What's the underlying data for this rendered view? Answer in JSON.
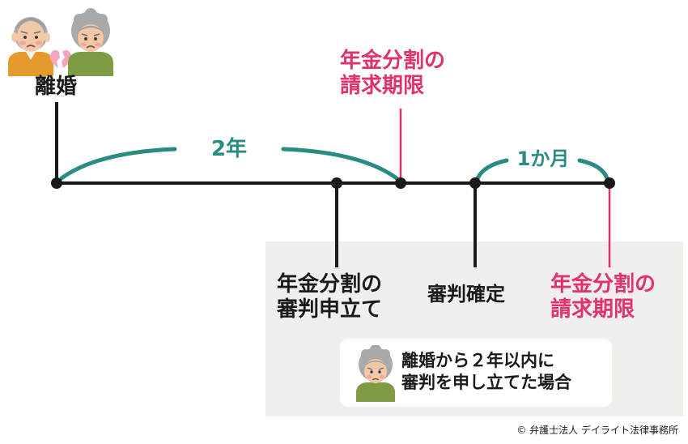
{
  "divorce_label": "離婚",
  "span_two_years": "2年",
  "span_one_month": "1か月",
  "claim_deadline_top": [
    "年金分割の",
    "請求期限"
  ],
  "application_label": [
    "年金分割の",
    "審判申立て"
  ],
  "decision_label": "審判確定",
  "claim_deadline_bottom": [
    "年金分割の",
    "請求期限"
  ],
  "note": [
    "離婚から２年以内に",
    "審判を申し立てた場合"
  ],
  "copyright": "© 弁護士法人 デイライト法律事務所",
  "colors": {
    "accent_red": "#e0336a",
    "teal": "#2a8b82",
    "line": "#1a1a1a",
    "panel": "#f1efec"
  },
  "icons": [
    "elderly-man-icon",
    "broken-heart-icon",
    "elderly-woman-icon",
    "worried-elderly-woman-icon"
  ]
}
